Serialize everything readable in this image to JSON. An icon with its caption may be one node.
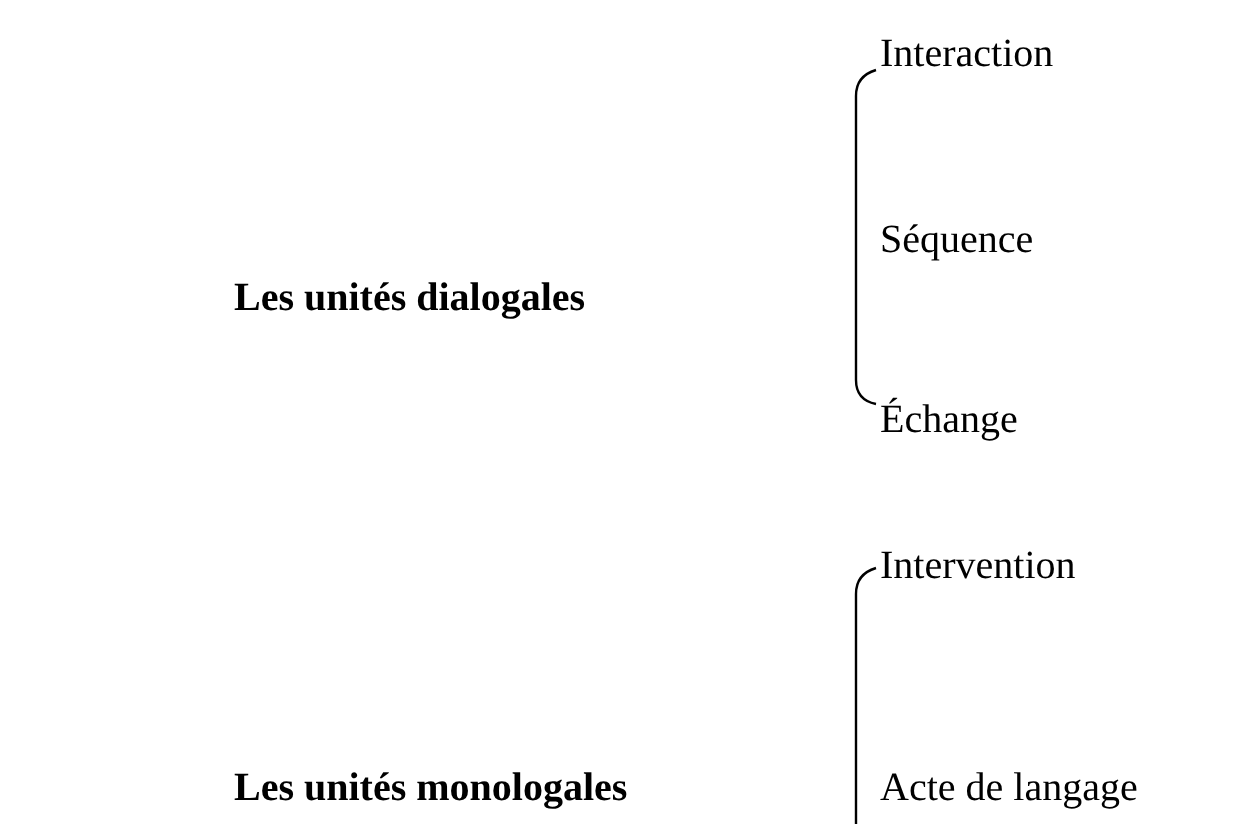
{
  "diagram": {
    "labels": [
      "Interaction",
      "Les unités dialogales",
      "Séquence",
      "Échange",
      "Intervention",
      "Les unités monologales",
      "Acte de langage"
    ]
  }
}
